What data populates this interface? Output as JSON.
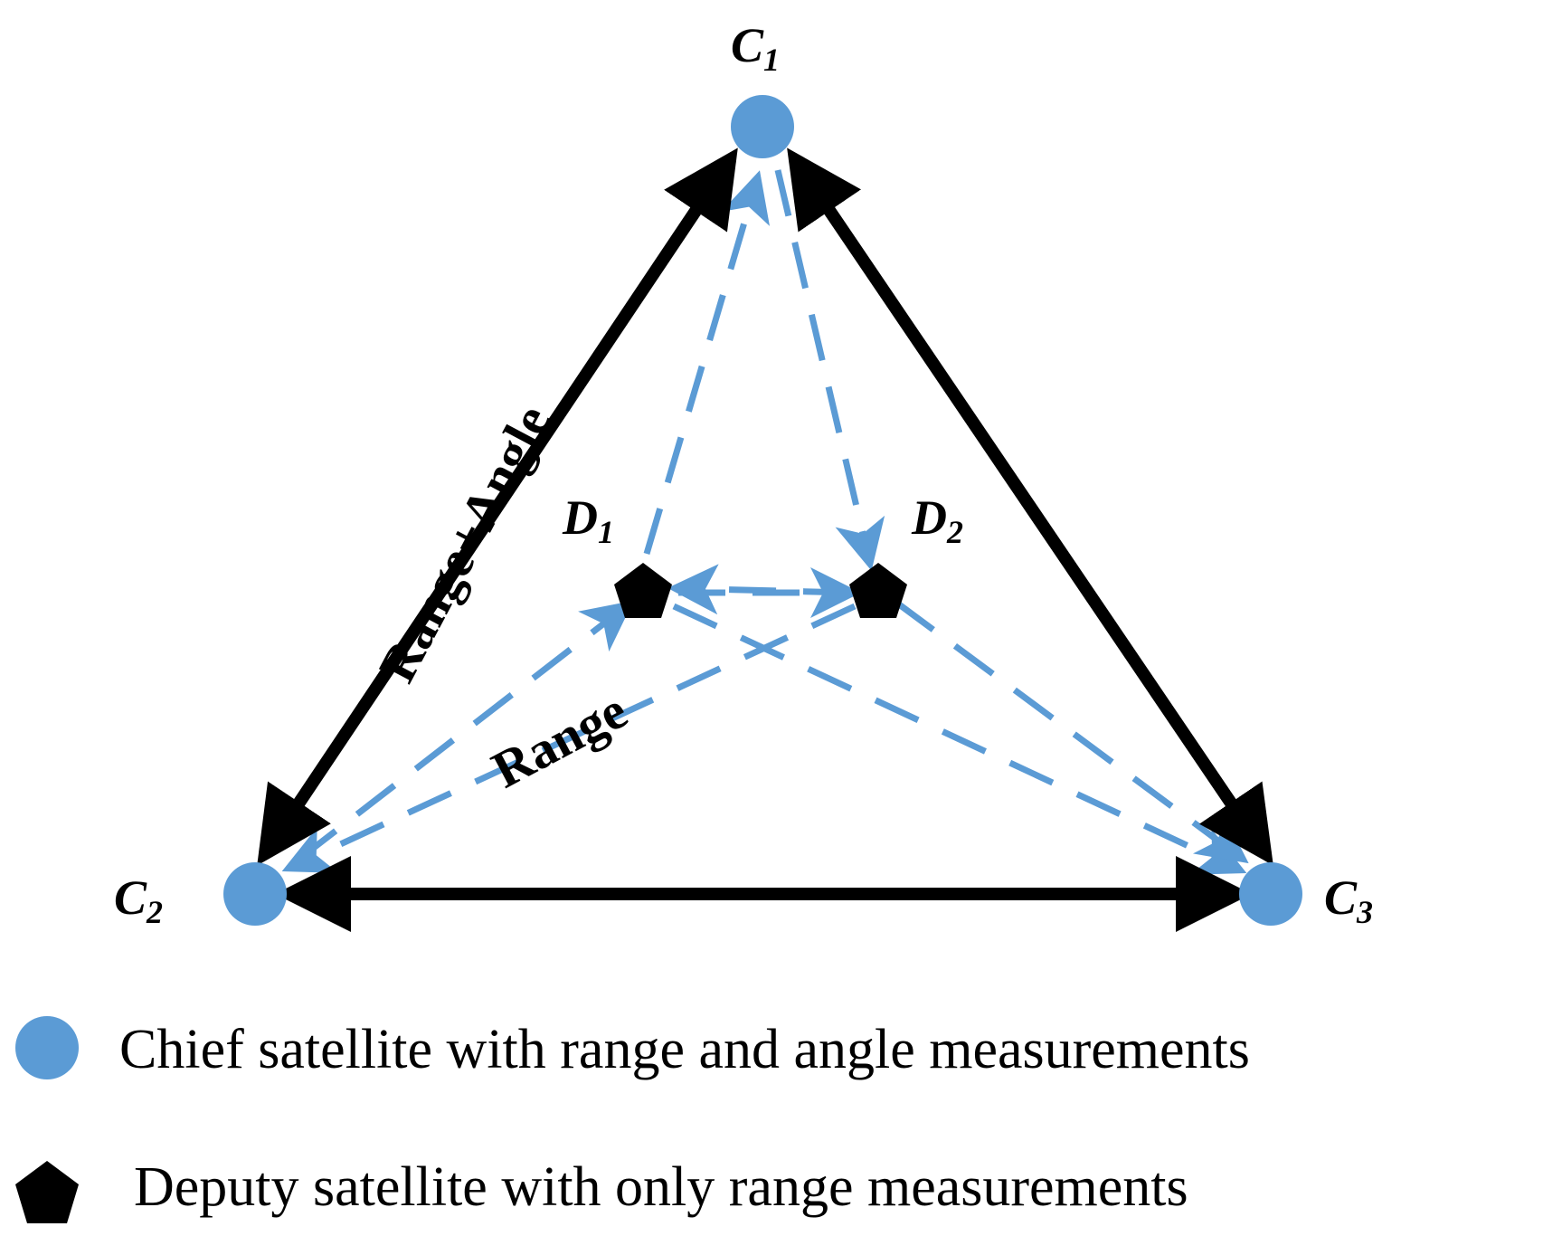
{
  "colors": {
    "chief": "#5b9bd5",
    "deputy": "#000000",
    "range_angle_link": "#000000",
    "range_link": "#5b9bd5"
  },
  "nodes": {
    "c1": {
      "letter": "C",
      "sub": "1"
    },
    "c2": {
      "letter": "C",
      "sub": "2"
    },
    "c3": {
      "letter": "C",
      "sub": "3"
    },
    "d1": {
      "letter": "D",
      "sub": "1"
    },
    "d2": {
      "letter": "D",
      "sub": "2"
    }
  },
  "edge_labels": {
    "range_angle": "Range+Angle",
    "range": "Range"
  },
  "legend": {
    "chief": {
      "icon": "circle",
      "text": "Chief satellite with range and angle measurements"
    },
    "deputy": {
      "icon": "pentagon",
      "text": "Deputy satellite with only range measurements"
    }
  }
}
